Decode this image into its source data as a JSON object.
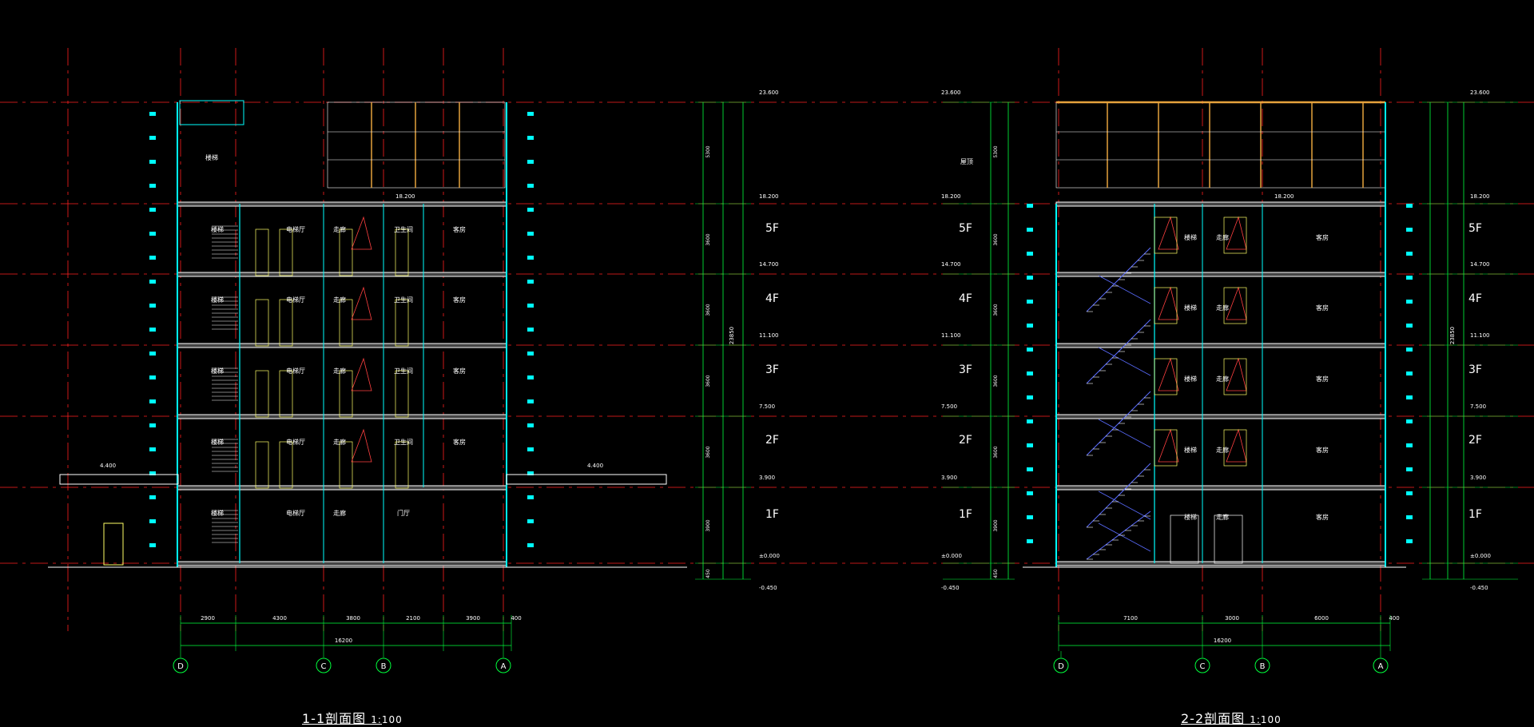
{
  "section_1": {
    "title": "1-1剖面图",
    "scale": "1:100",
    "axis_labels": [
      "D",
      "C",
      "B",
      "A"
    ],
    "floor_labels": [
      "5F",
      "4F",
      "3F",
      "2F",
      "1F"
    ],
    "elevations_right": [
      "23.600",
      "18.200",
      "14.700",
      "11.100",
      "7.500",
      "3.900",
      "±0.000",
      "-0.450"
    ],
    "storey_heights": [
      "5300",
      "3600",
      "3600",
      "3600",
      "3600",
      "3900",
      "450"
    ],
    "total_height": "23850",
    "bottom_dims": [
      "2900",
      "4300",
      "3800",
      "2100",
      "3900",
      "400"
    ],
    "total_width": "16200",
    "canopy_elevation_left": "4.400",
    "canopy_elevation_right": "4.400",
    "roof_elevation": "18.200",
    "room_labels": [
      {
        "floor": 5,
        "items": [
          "楼梯",
          "电梯厅",
          "走廊",
          "卫生间",
          "客房"
        ]
      },
      {
        "floor": 4,
        "items": [
          "楼梯",
          "电梯厅",
          "走廊",
          "卫生间",
          "客房"
        ]
      },
      {
        "floor": 3,
        "items": [
          "楼梯",
          "电梯厅",
          "走廊",
          "卫生间",
          "客房"
        ]
      },
      {
        "floor": 2,
        "items": [
          "楼梯",
          "电梯厅",
          "走廊",
          "卫生间",
          "客房"
        ]
      },
      {
        "floor": 1,
        "items": [
          "楼梯",
          "电梯厅",
          "走廊",
          "门厅"
        ]
      }
    ],
    "top_room_label": "楼梯"
  },
  "section_2": {
    "title": "2-2剖面图",
    "scale": "1:100",
    "axis_labels": [
      "D",
      "C",
      "B",
      "A"
    ],
    "floor_labels": [
      "5F",
      "4F",
      "3F",
      "2F",
      "1F"
    ],
    "elevations_left": [
      "23.600",
      "18.200",
      "14.700",
      "11.100",
      "7.500",
      "3.900",
      "±0.000",
      "-0.450"
    ],
    "elevations_right": [
      "23.600",
      "18.200",
      "14.700",
      "11.100",
      "7.500",
      "3.900",
      "±0.000",
      "-0.450"
    ],
    "storey_heights": [
      "5300",
      "3600",
      "3600",
      "3600",
      "3600",
      "3900",
      "450"
    ],
    "total_height": "23850",
    "bottom_dims": [
      "7100",
      "3000",
      "6000",
      "400"
    ],
    "total_width": "16200",
    "roof_elevation": "18.200",
    "room_labels": [
      {
        "floor": 5,
        "items": [
          "楼梯",
          "走廊",
          "客房"
        ]
      },
      {
        "floor": 4,
        "items": [
          "楼梯",
          "走廊",
          "客房"
        ]
      },
      {
        "floor": 3,
        "items": [
          "楼梯",
          "走廊",
          "客房"
        ]
      },
      {
        "floor": 2,
        "items": [
          "楼梯",
          "走廊",
          "客房"
        ]
      },
      {
        "floor": 1,
        "items": [
          "楼梯",
          "走廊",
          "客房"
        ]
      }
    ],
    "top_room_label": "屋顶"
  },
  "colors": {
    "background": "#000000",
    "axis_red": "#ff2020",
    "wall_cyan": "#00ffff",
    "dim_green": "#00ff3c",
    "slab_white": "#ffffff",
    "door_yellow": "#ffff66",
    "roof_orange": "#e6a23c",
    "stair_blue": "#5a6cff",
    "text_white": "#ffffff"
  }
}
